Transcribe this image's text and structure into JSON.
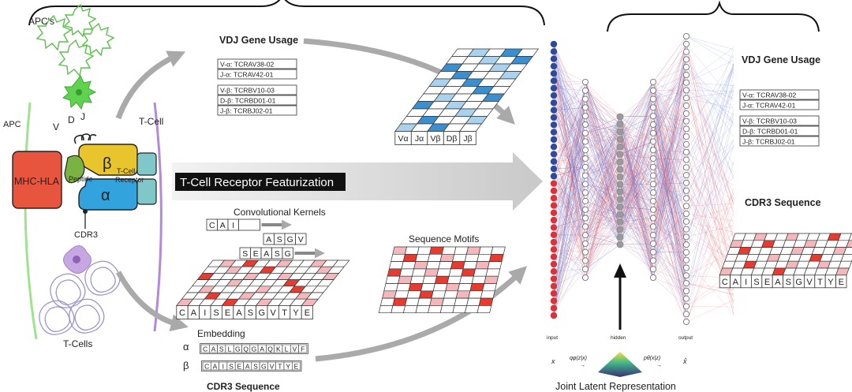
{
  "labels": {
    "apcs": "APC's",
    "apc": "APC",
    "tcell": "T-Cell",
    "tcells": "T-Cells",
    "mhc": "MHC-HLA",
    "peptide": "Peptide",
    "v": "V",
    "d": "D",
    "j": "J",
    "beta": "β",
    "alpha": "α",
    "receptor_1": "T-Cell",
    "receptor_2": "Receptor",
    "cdr3": "CDR3",
    "featurization": "T-Cell Receptor Featurization",
    "vdj_title": "VDJ Gene Usage",
    "conv_kernels": "Convolutional Kernels",
    "seq_motifs": "Sequence Motifs",
    "embedding": "Embedding",
    "emb_alpha": "α",
    "emb_beta": "β",
    "cdr3_seq_title": "CDR3 Sequence",
    "vdj_right_title": "VDJ Gene Usage",
    "cdr3_right_title": "CDR3 Sequence",
    "joint_latent": "Joint Latent Representation",
    "nn_input": "input",
    "nn_hidden": "hidden",
    "nn_output": "output",
    "nn_x": "x",
    "nn_q": "qφ(z|x)",
    "nn_p": "pθ(x|z)",
    "nn_xhat": "x̂",
    "arrow_small": "→"
  },
  "gene_usage": [
    "V-α: TCRAV38-02",
    "J-α: TCRAV42-01",
    "V-β: TCRBV10-03",
    "D-β: TCRBD01-01",
    "J-β: TCRBJ02-01"
  ],
  "vdj_columns": [
    "Vα",
    "Jα",
    "Vβ",
    "Dβ",
    "Jβ"
  ],
  "kernels": [
    [
      "C",
      "A",
      "I"
    ],
    [
      "A",
      "S",
      "G",
      "V"
    ],
    [
      "S",
      "E",
      "A",
      "S",
      "G"
    ]
  ],
  "cdr3_seq": [
    "C",
    "A",
    "I",
    "S",
    "E",
    "A",
    "S",
    "G",
    "V",
    "T",
    "Y",
    "E"
  ],
  "cdr3_right_seq": [
    "C",
    "A",
    "I",
    "S",
    "E",
    "A",
    "S",
    "G",
    "V",
    "T",
    "Y",
    "E"
  ],
  "emb_alpha_seq": [
    "C",
    "A",
    "S",
    "L",
    "G",
    "Q",
    "G",
    "A",
    "Q",
    "K",
    "L",
    "V",
    "F"
  ],
  "emb_beta_seq": [
    "C",
    "A",
    "I",
    "S",
    "E",
    "A",
    "S",
    "G",
    "V",
    "T",
    "Y",
    "E"
  ],
  "colors": {
    "mhc": "#e8553f",
    "beta": "#e8c52c",
    "alpha": "#32a3dc",
    "peptide": "#7ab342",
    "tcell_chain": "#7fc7c9",
    "apc_green": "#7bd064",
    "tcell_purple": "#b58fd1",
    "blue_node": "#2f4a9a",
    "red_node": "#d93238",
    "heat_red": "#e83a2e",
    "heat_pink": "#f4b8bc",
    "heat_blue": "#3a8fd0",
    "heat_lightblue": "#a9d2ef",
    "featurization_bg": "#111111"
  }
}
